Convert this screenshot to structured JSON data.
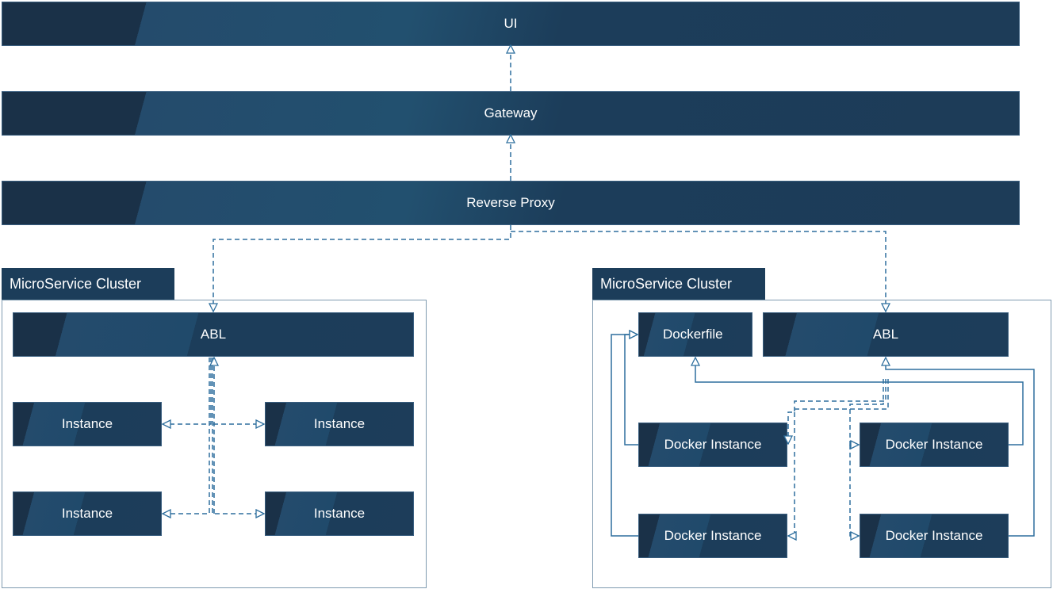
{
  "layers": {
    "ui": "UI",
    "gateway": "Gateway",
    "reverse_proxy": "Reverse Proxy"
  },
  "cluster_left": {
    "title": "MicroService Cluster",
    "abl": "ABL",
    "instances": [
      "Instance",
      "Instance",
      "Instance",
      "Instance"
    ]
  },
  "cluster_right": {
    "title": "MicroService Cluster",
    "dockerfile": "Dockerfile",
    "abl": "ABL",
    "docker_instances": [
      "Docker Instance",
      "Docker Instance",
      "Docker Instance",
      "Docker Instance"
    ]
  },
  "colors": {
    "node_fill": "#1d3d5a",
    "connector": "#2e6f9e",
    "cluster_border": "#7f9bb0"
  }
}
